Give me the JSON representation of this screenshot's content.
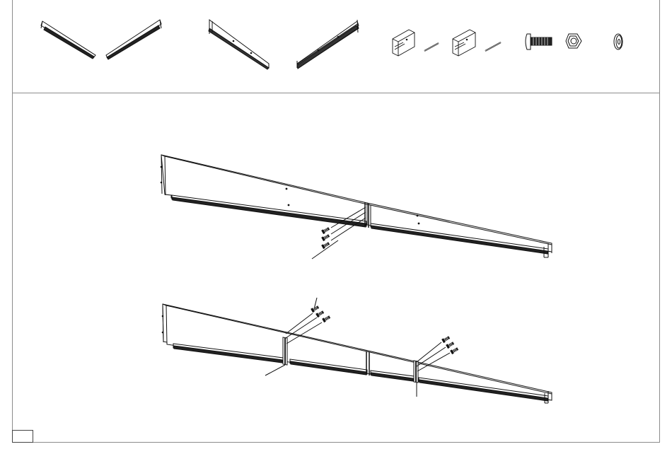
{
  "sheet": {
    "parts_panel": {
      "parts": [
        {
          "name": "short-rail-pair-left"
        },
        {
          "name": "long-rail-pair"
        },
        {
          "name": "joint-bracket-a"
        },
        {
          "name": "joint-bracket-b"
        },
        {
          "name": "bolt"
        },
        {
          "name": "hex-nut"
        },
        {
          "name": "washer"
        }
      ]
    },
    "assembly_panel": {
      "assemblies": [
        {
          "name": "two-piece-rail-assembly"
        },
        {
          "name": "three-piece-rail-assembly"
        }
      ]
    },
    "step_number": ""
  }
}
